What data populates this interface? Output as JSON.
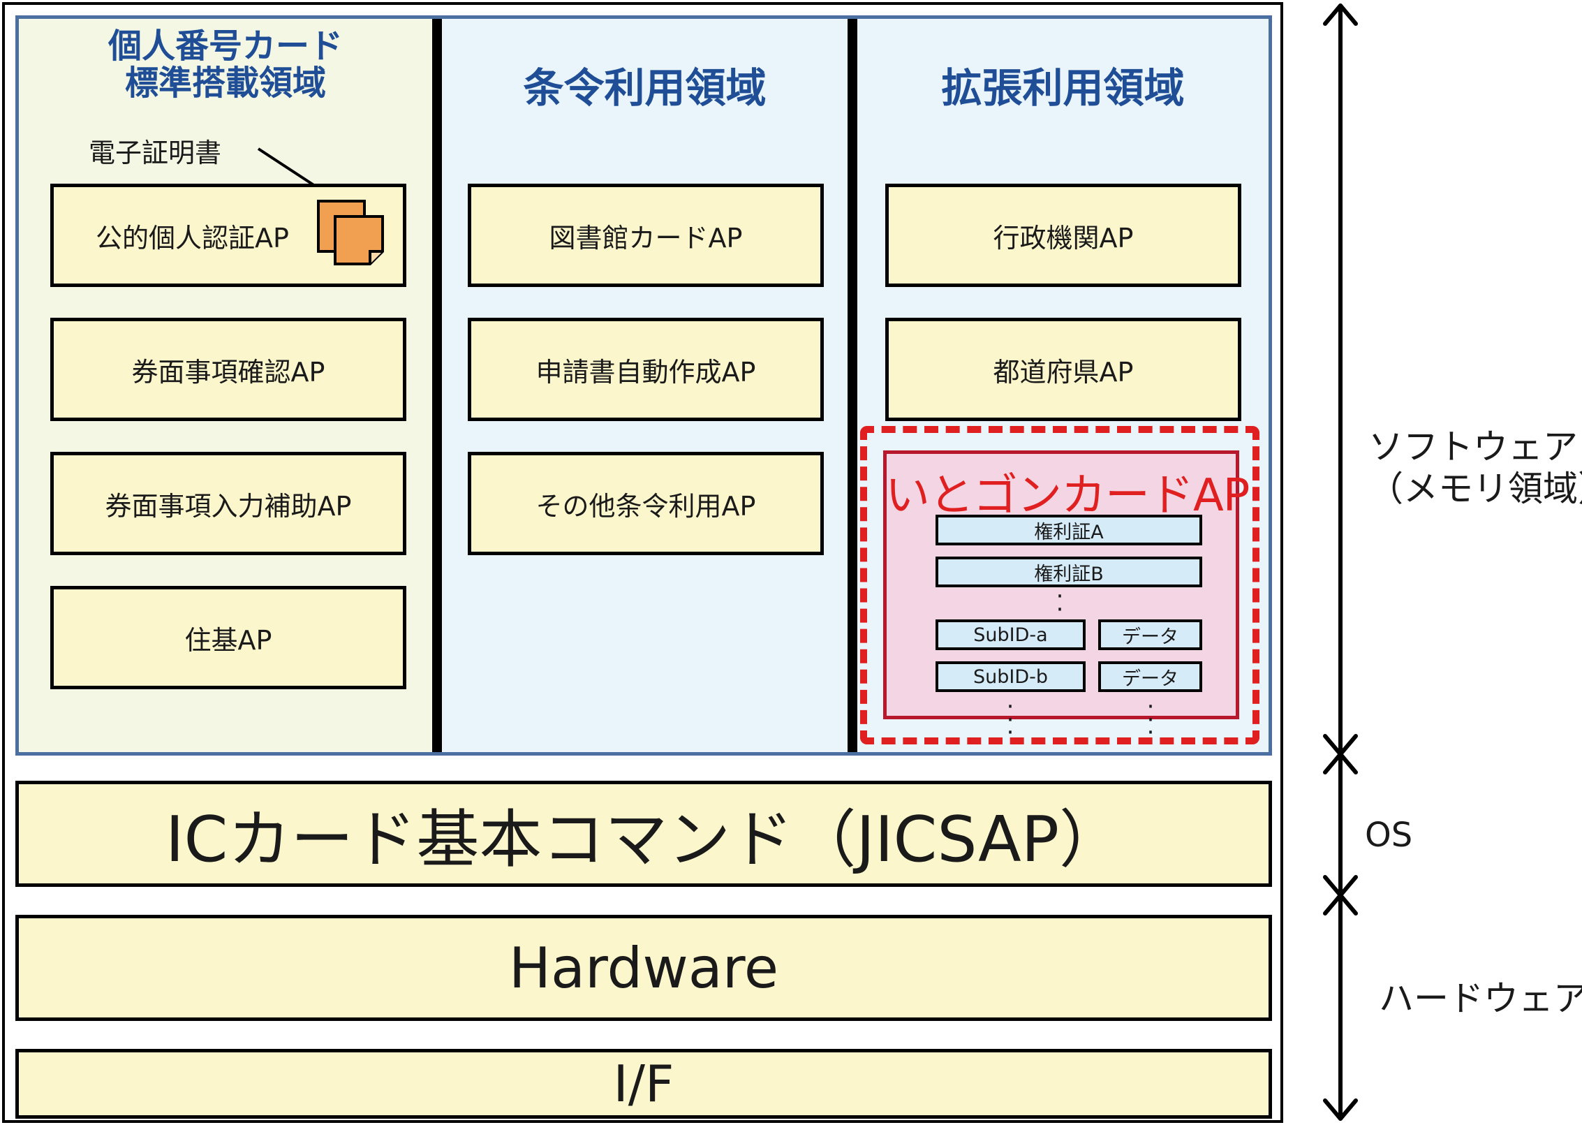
{
  "areas": {
    "mynumber": {
      "title_line1": "個人番号カード",
      "title_line2": "標準搭載領域"
    },
    "ordinance": {
      "title": "条令利用領域"
    },
    "extended": {
      "title": "拡張利用領域"
    }
  },
  "certificate_label": "電子証明書",
  "mynumber_aps": [
    "公的個人認証AP",
    "券面事項確認AP",
    "券面事項入力補助AP",
    "住基AP"
  ],
  "ordinance_aps": [
    "図書館カードAP",
    "申請書自動作成AP",
    "その他条令利用AP"
  ],
  "extended_aps": [
    "行政機関AP",
    "都道府県AP"
  ],
  "itogon": {
    "title": "いとゴンカードAP",
    "rights": [
      "権利証A",
      "権利証B"
    ],
    "subids": [
      {
        "id": "SubID-a",
        "data": "データ"
      },
      {
        "id": "SubID-b",
        "data": "データ"
      }
    ]
  },
  "layers": {
    "os": "ICカード基本コマンド（JICSAP）",
    "hardware": "Hardware",
    "interface": "I/F"
  },
  "side_labels": {
    "software_line1": "ソフトウェア",
    "software_line2": "（メモリ領域）",
    "os": "OS",
    "hardware": "ハードウェア"
  },
  "colors": {
    "area_title": "#1f4e96",
    "ap_box_fill": "#fbf6cc",
    "itogon_accent": "#e02020",
    "itogon_fill": "#f4d5e3",
    "sub_box_fill": "#d6ebf8",
    "certificate_icon": "#f0a050"
  }
}
